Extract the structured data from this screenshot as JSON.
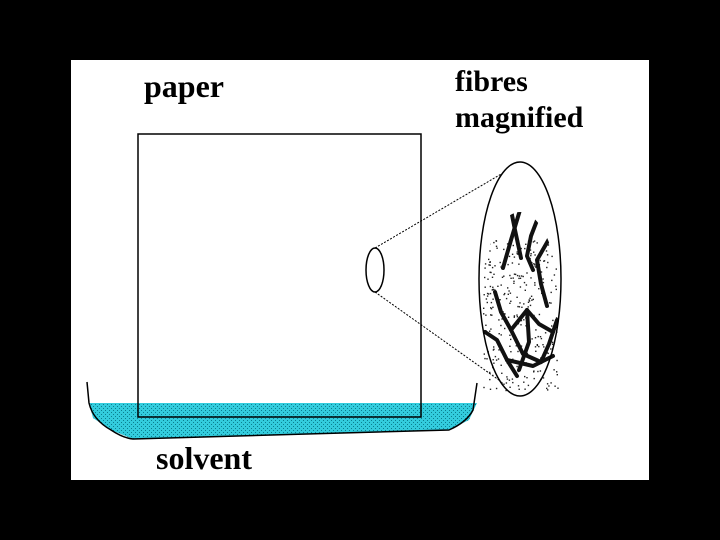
{
  "labels": {
    "paper": "paper",
    "fibres_line1": "fibres",
    "fibres_line2": "magnified",
    "solvent": "solvent"
  },
  "colors": {
    "frame": "#000000",
    "background": "#ffffff",
    "solvent": "#33ccdd",
    "stroke": "#000000",
    "fibre": "#111111",
    "speckle": "#222222"
  }
}
